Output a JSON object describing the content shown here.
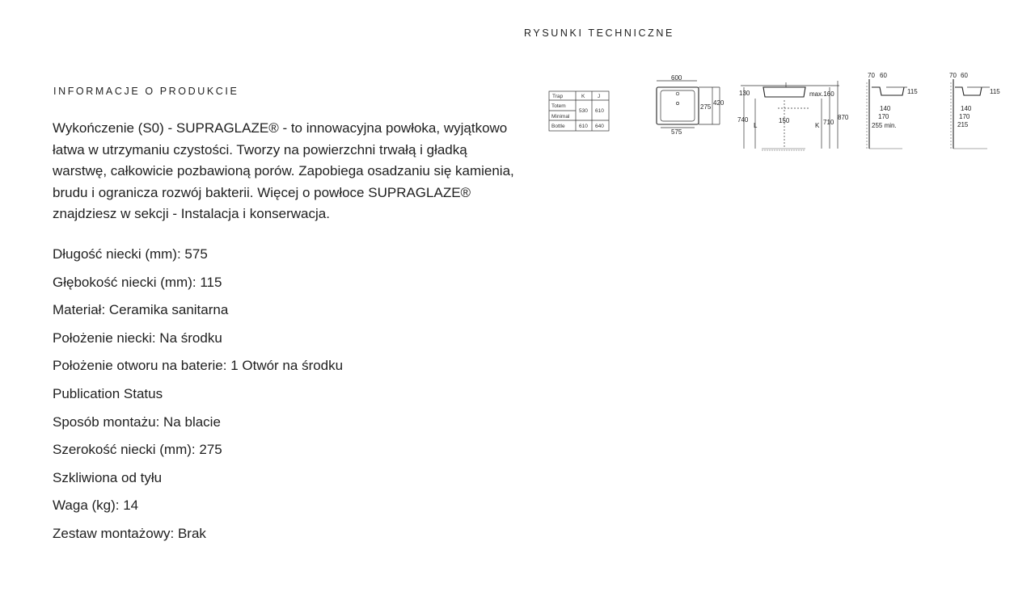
{
  "drawings_section": {
    "heading": "RYSUNKI TECHNICZNE",
    "trap_table": {
      "headers": [
        "Trap",
        "K",
        "J"
      ],
      "rows": [
        [
          "Totem",
          "530",
          "610"
        ],
        [
          "Minimal",
          "",
          ""
        ],
        [
          "Bottle",
          "610",
          "640"
        ]
      ]
    },
    "dimensions": {
      "top_view_width": "600",
      "top_view_bowl_length": "575",
      "top_view_bowl_width": "275",
      "top_view_depth": "420",
      "front_130": "130",
      "front_max160": "max.160",
      "front_740": "740",
      "front_L": "L",
      "front_150": "150",
      "front_K": "K",
      "front_710": "710",
      "front_870": "870",
      "side1_70": "70",
      "side1_60": "60",
      "side1_115": "115",
      "side1_140": "140",
      "side1_170": "170",
      "side1_255": "255 min.",
      "side2_70": "70",
      "side2_60": "60",
      "side2_115": "115",
      "side2_140": "140",
      "side2_170": "170",
      "side2_215": "215"
    }
  },
  "product_info": {
    "heading": "INFORMACJE O PRODUKCIE",
    "description": "Wykończenie (S0) - SUPRAGLAZE® - to innowacyjna powłoka, wyjątkowo łatwa w utrzymaniu czystości. Tworzy na powierzchni trwałą i gładką warstwę, całkowicie pozbawioną porów. Zapobiega osadzaniu się kamienia, brudu i ogranicza rozwój bakterii. Więcej o powłoce SUPRAGLAZE® znajdziesz  w sekcji - Instalacja i konserwacja.",
    "specs": [
      "Długość niecki (mm): 575",
      "Głębokość niecki (mm): 115",
      "Materiał: Ceramika sanitarna",
      "Położenie niecki: Na środku",
      "Położenie otworu na baterie: 1 Otwór na środku",
      "Publication Status",
      "Sposób montażu: Na blacie",
      "Szerokość niecki (mm): 275",
      "Szkliwiona od tyłu",
      "Waga (kg): 14",
      "Zestaw montażowy: Brak"
    ]
  }
}
